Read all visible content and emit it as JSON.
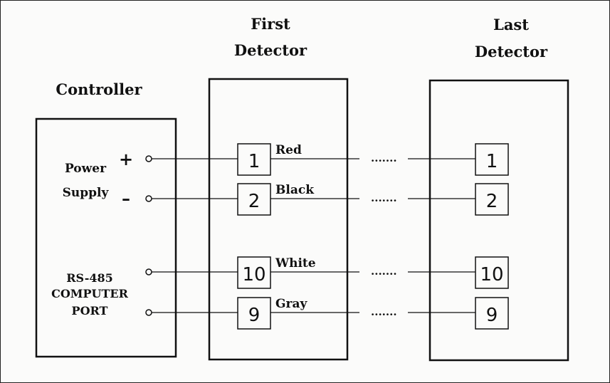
{
  "headers": {
    "controller": "Controller",
    "first_line1": "First",
    "first_line2": "Detector",
    "last_line1": "Last",
    "last_line2": "Detector"
  },
  "controller": {
    "power_line1": "Power",
    "power_line2": "Supply",
    "plus": "+",
    "minus": "–",
    "port_line1": "RS-485",
    "port_line2": "COMPUTER",
    "port_line3": "PORT"
  },
  "wires": [
    {
      "terminal": "1",
      "color": "Red",
      "dots": "......."
    },
    {
      "terminal": "2",
      "color": "Black",
      "dots": "......."
    },
    {
      "terminal": "10",
      "color": "White",
      "dots": "......."
    },
    {
      "terminal": "9",
      "color": "Gray",
      "dots": "......."
    }
  ]
}
